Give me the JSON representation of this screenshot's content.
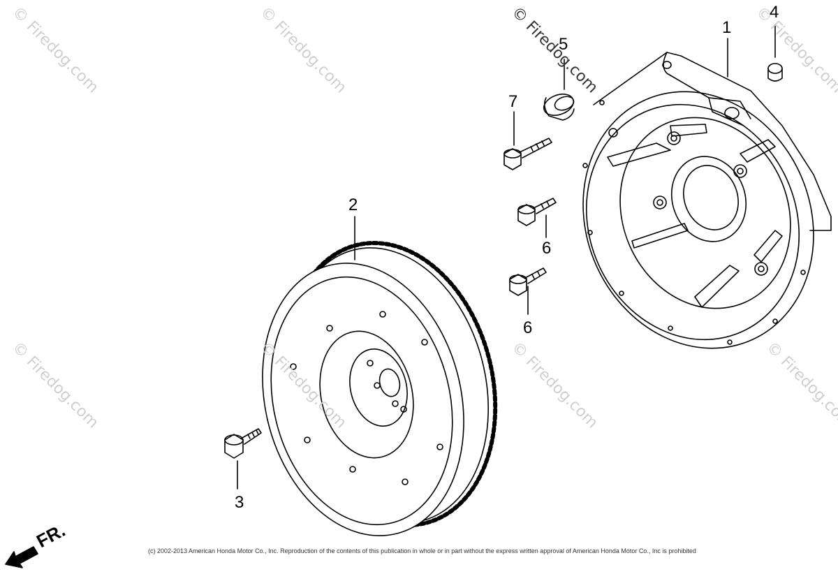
{
  "callouts": [
    {
      "id": "1",
      "text": "1"
    },
    {
      "id": "2",
      "text": "2"
    },
    {
      "id": "3",
      "text": "3"
    },
    {
      "id": "4",
      "text": "4"
    },
    {
      "id": "5",
      "text": "5"
    },
    {
      "id": "6a",
      "text": "6"
    },
    {
      "id": "6b",
      "text": "6"
    },
    {
      "id": "7",
      "text": "7"
    }
  ],
  "watermark": "© Firedog.com",
  "direction_label": "FR.",
  "copyright": "(c) 2002-2013 American Honda Motor Co., Inc. Reproduction of the contents of this publication in whole or in part without the express written approval of American Honda Motor Co., Inc is prohibited"
}
